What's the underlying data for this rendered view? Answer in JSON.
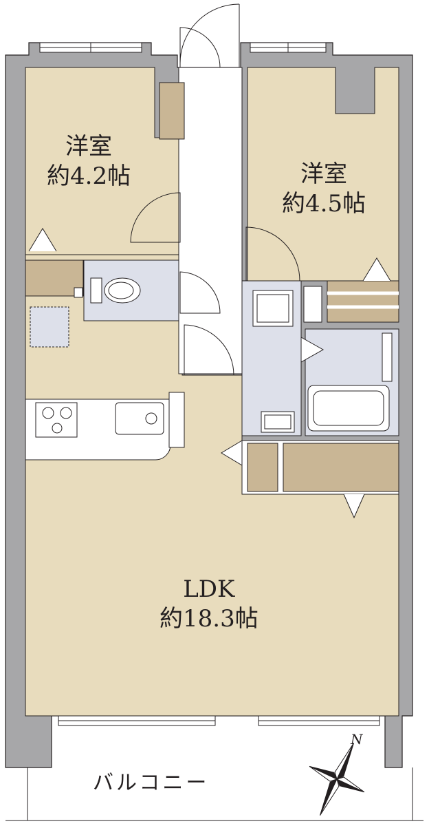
{
  "rooms": {
    "western_room_left": {
      "name": "洋室",
      "size": "約4.2帖"
    },
    "western_room_right": {
      "name": "洋室",
      "size": "約4.5帖"
    },
    "ldk": {
      "name": "LDK",
      "size": "約18.3帖"
    }
  },
  "balcony": {
    "label": "バルコニー"
  },
  "compass": {
    "north_label": "N"
  },
  "colors": {
    "room_fill": "#e8dcbd",
    "storage_fill": "#c9b695",
    "wet_area_fill": "#dde0ea",
    "wall": "#a7a7a9",
    "line": "#231f20"
  }
}
